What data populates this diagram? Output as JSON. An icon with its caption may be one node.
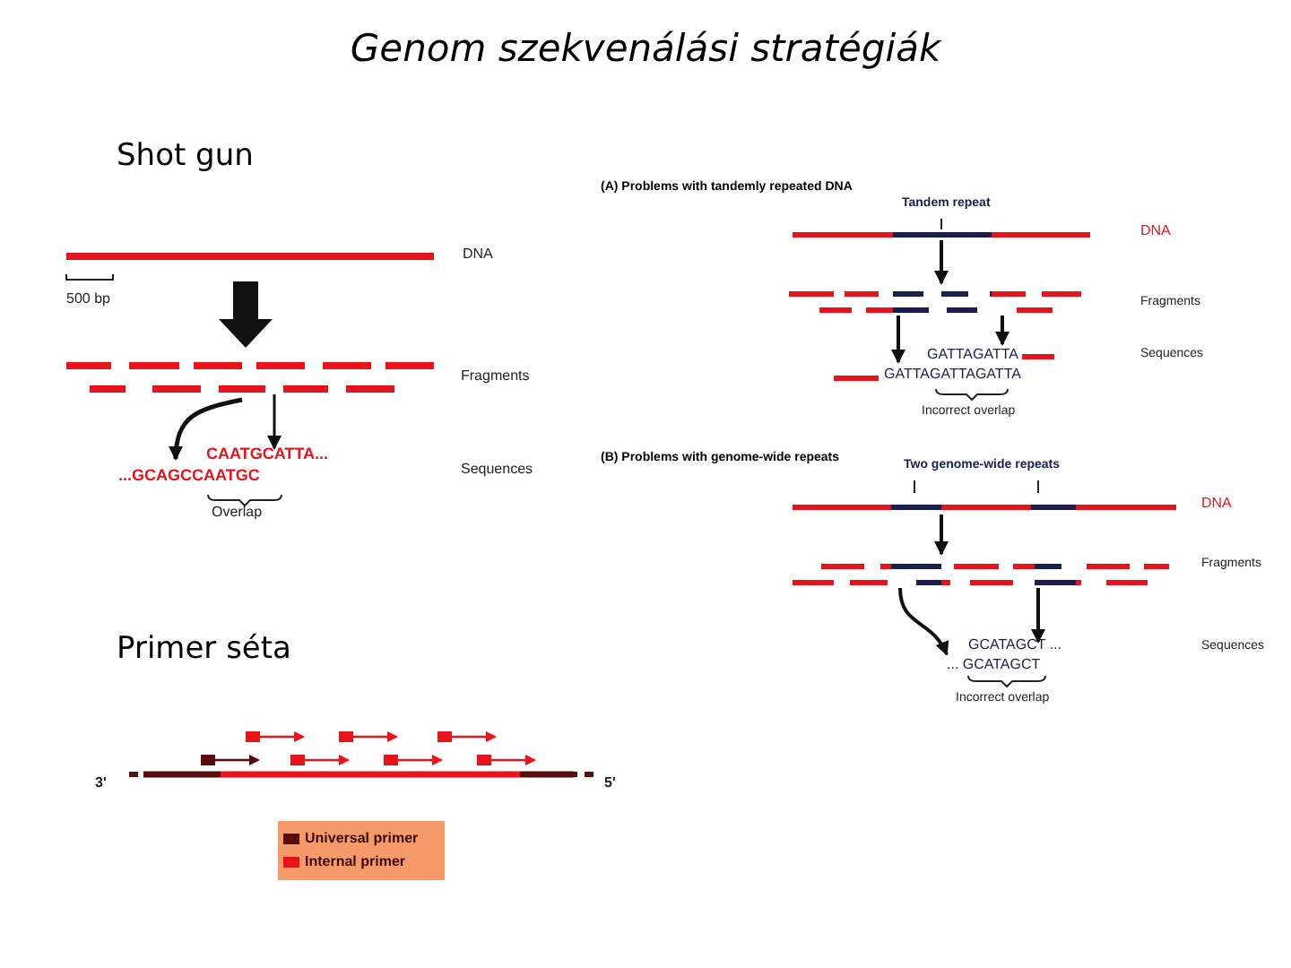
{
  "diagram": {
    "title": "Genom szekvenálási stratégiák",
    "labels": [
      "Shot gun",
      "DNA",
      "500 bp",
      "Fragments",
      "CAATGCATTA...",
      "...GCAGCCAATGC",
      "Overlap",
      "Sequences",
      "(A) Problems with tandemly repeated DNA",
      "Tandem repeat",
      "DNA",
      "Fragments",
      "Sequences",
      "GATTAGATTA",
      "GATTAGATTAGATTA",
      "Incorrect overlap",
      "(B) Problems with genome-wide repeats",
      "Two genome-wide repeats",
      "DNA",
      "Fragments",
      "Sequences",
      "GCATAGCT ...",
      "... GCATAGCT",
      "Incorrect overlap",
      "Primer séta",
      "3'",
      "5'"
    ],
    "legend": [
      {
        "text": "Universal primer",
        "color": "#5a0c0c"
      },
      {
        "text": "Internal primer",
        "color": "#e8141c"
      }
    ]
  }
}
